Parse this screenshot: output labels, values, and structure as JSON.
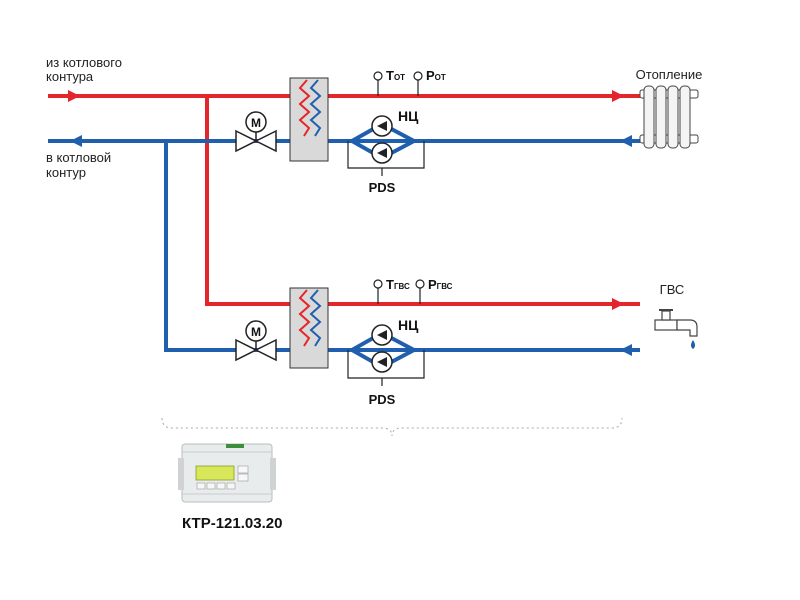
{
  "labels": {
    "from_boiler_line1": "из котлового",
    "from_boiler_line2": "контура",
    "to_boiler_line1": "в котловой",
    "to_boiler_line2": "контур",
    "heating": "Отопление",
    "dhw": "ГВС",
    "pump_upper": "НЦ",
    "pump_lower": "НЦ",
    "pds_upper": "PDS",
    "pds_lower": "PDS",
    "motor_upper": "М",
    "motor_lower": "М",
    "t_upper_main": "T",
    "t_upper_sub": "ОТ",
    "p_upper_main": "P",
    "p_upper_sub": "ОТ",
    "t_lower_main": "T",
    "t_lower_sub": "ГВС",
    "p_lower_main": "P",
    "p_lower_sub": "ГВС",
    "controller_model": "КТР-121.03.20"
  },
  "colors": {
    "supply": "#e3262b",
    "return": "#1f5fad",
    "exchanger_fill": "#d9d9d9",
    "outline": "#222222"
  }
}
